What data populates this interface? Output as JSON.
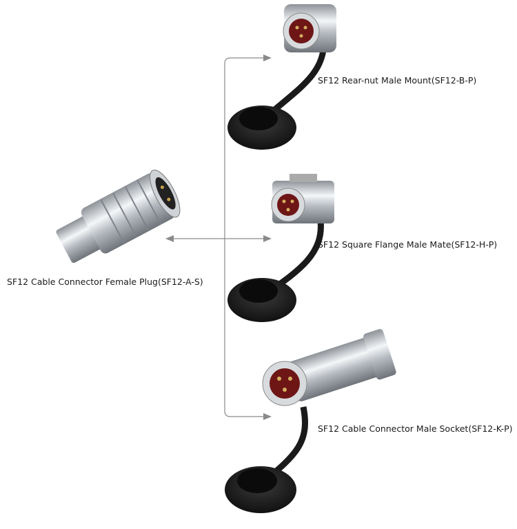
{
  "source_product": {
    "label": "SF12 Cable Connector Female Plug(SF12-A-S)"
  },
  "targets": [
    {
      "label": "SF12 Rear-nut Male Mount(SF12-B-P)"
    },
    {
      "label": "SF12 Square Flange Male Mate(SF12-H-P)"
    },
    {
      "label": "SF12 Cable Connector Male Socket(SF12-K-P)"
    }
  ],
  "colors": {
    "connector_line": "#8a8a8a",
    "metal": "#c8ccd0",
    "rubber_cap": "#1c1c1c",
    "pin_insert": "#7a1a1a"
  }
}
